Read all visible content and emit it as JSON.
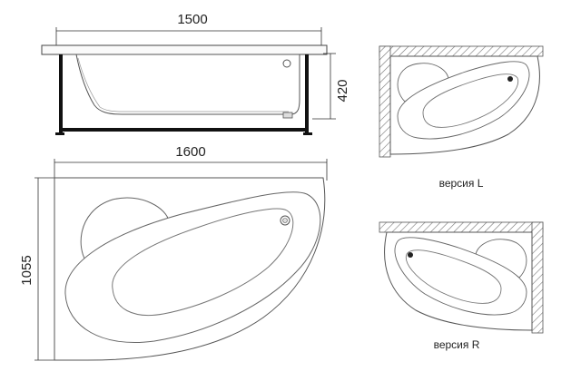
{
  "dimensions": {
    "length_side_view": "1500",
    "height_side_view": "420",
    "length_top_view": "1600",
    "width_top_view": "1055"
  },
  "versions": {
    "left": "версия L",
    "right": "версия R"
  }
}
